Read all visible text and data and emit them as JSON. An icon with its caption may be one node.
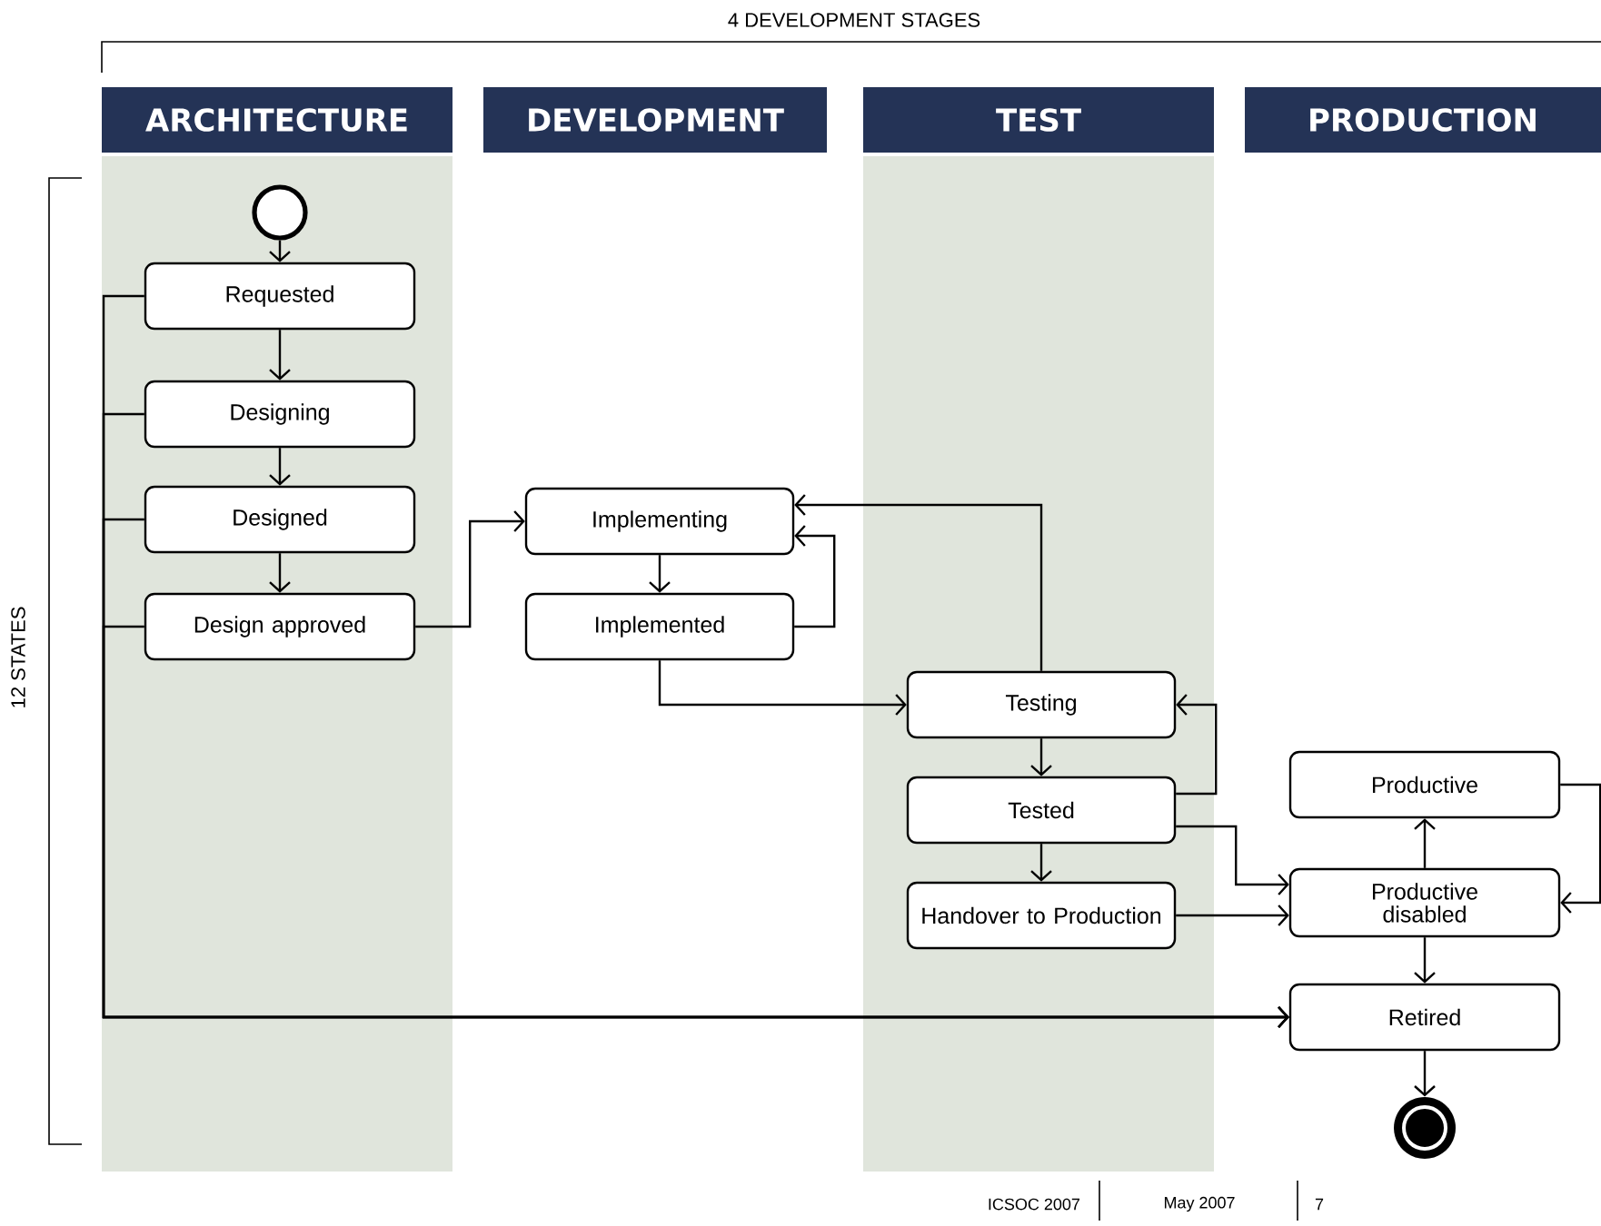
{
  "diagram": {
    "nodes": [
      {
        "text": [
          "ARCHITECTURE"
        ]
      },
      {
        "text": [
          "DEVELOPMENT"
        ]
      },
      {
        "text": [
          "TEST"
        ]
      },
      {
        "text": [
          "PRODUCTION"
        ]
      },
      {
        "text": [],
        "shape": "circle"
      },
      {
        "text": [
          "Requested"
        ]
      },
      {
        "text": [
          "Designing"
        ]
      },
      {
        "text": [
          "Designed"
        ]
      },
      {
        "text": [
          "Design approved"
        ]
      },
      {
        "text": [
          "Implementing"
        ]
      },
      {
        "text": [
          "Implemented"
        ]
      },
      {
        "text": [
          "Testing"
        ]
      },
      {
        "text": [
          "Tested"
        ]
      },
      {
        "text": [
          "Handover to Production"
        ]
      },
      {
        "text": [
          "Productive"
        ]
      },
      {
        "text": [
          "Productive disabled"
        ]
      },
      {
        "text": [
          "Retired"
        ]
      },
      {
        "text": [],
        "shape": "circle"
      }
    ],
    "edges": [
      {
        "from": 4,
        "to": 5,
        "arrow": "to"
      },
      {
        "from": 5,
        "to": 6,
        "arrow": "to"
      },
      {
        "from": 6,
        "to": 7,
        "arrow": "to"
      },
      {
        "from": 7,
        "to": 8,
        "arrow": "to"
      },
      {
        "from": 8,
        "to": 9,
        "arrow": "to"
      },
      {
        "from": 9,
        "to": 10,
        "arrow": "to"
      },
      {
        "from": 10,
        "to": 9,
        "arrow": "to"
      },
      {
        "from": 10,
        "to": 11,
        "arrow": "to"
      },
      {
        "from": 11,
        "to": 9,
        "arrow": "to"
      },
      {
        "from": 11,
        "to": 12,
        "arrow": "to"
      },
      {
        "from": 12,
        "to": 11,
        "arrow": "to"
      },
      {
        "from": 12,
        "to": 13,
        "arrow": "to"
      },
      {
        "from": 12,
        "to": 15,
        "arrow": "to"
      },
      {
        "from": 13,
        "to": 15,
        "arrow": "to"
      },
      {
        "from": 15,
        "to": 14,
        "arrow": "to"
      },
      {
        "from": 14,
        "to": 15,
        "arrow": "to"
      },
      {
        "from": 15,
        "to": 16,
        "arrow": "to"
      },
      {
        "from": 16,
        "to": 17,
        "arrow": "to"
      },
      {
        "from": 5,
        "to": 16,
        "arrow": "to"
      },
      {
        "from": 6,
        "to": 16,
        "arrow": "to"
      },
      {
        "from": 7,
        "to": 16,
        "arrow": "to"
      },
      {
        "from": 8,
        "to": 16,
        "arrow": "to"
      }
    ],
    "labels": [
      "4 DEVELOPMENT STAGES",
      "12 STATES",
      "ICSOC 2007",
      "May 2007",
      "7"
    ]
  }
}
